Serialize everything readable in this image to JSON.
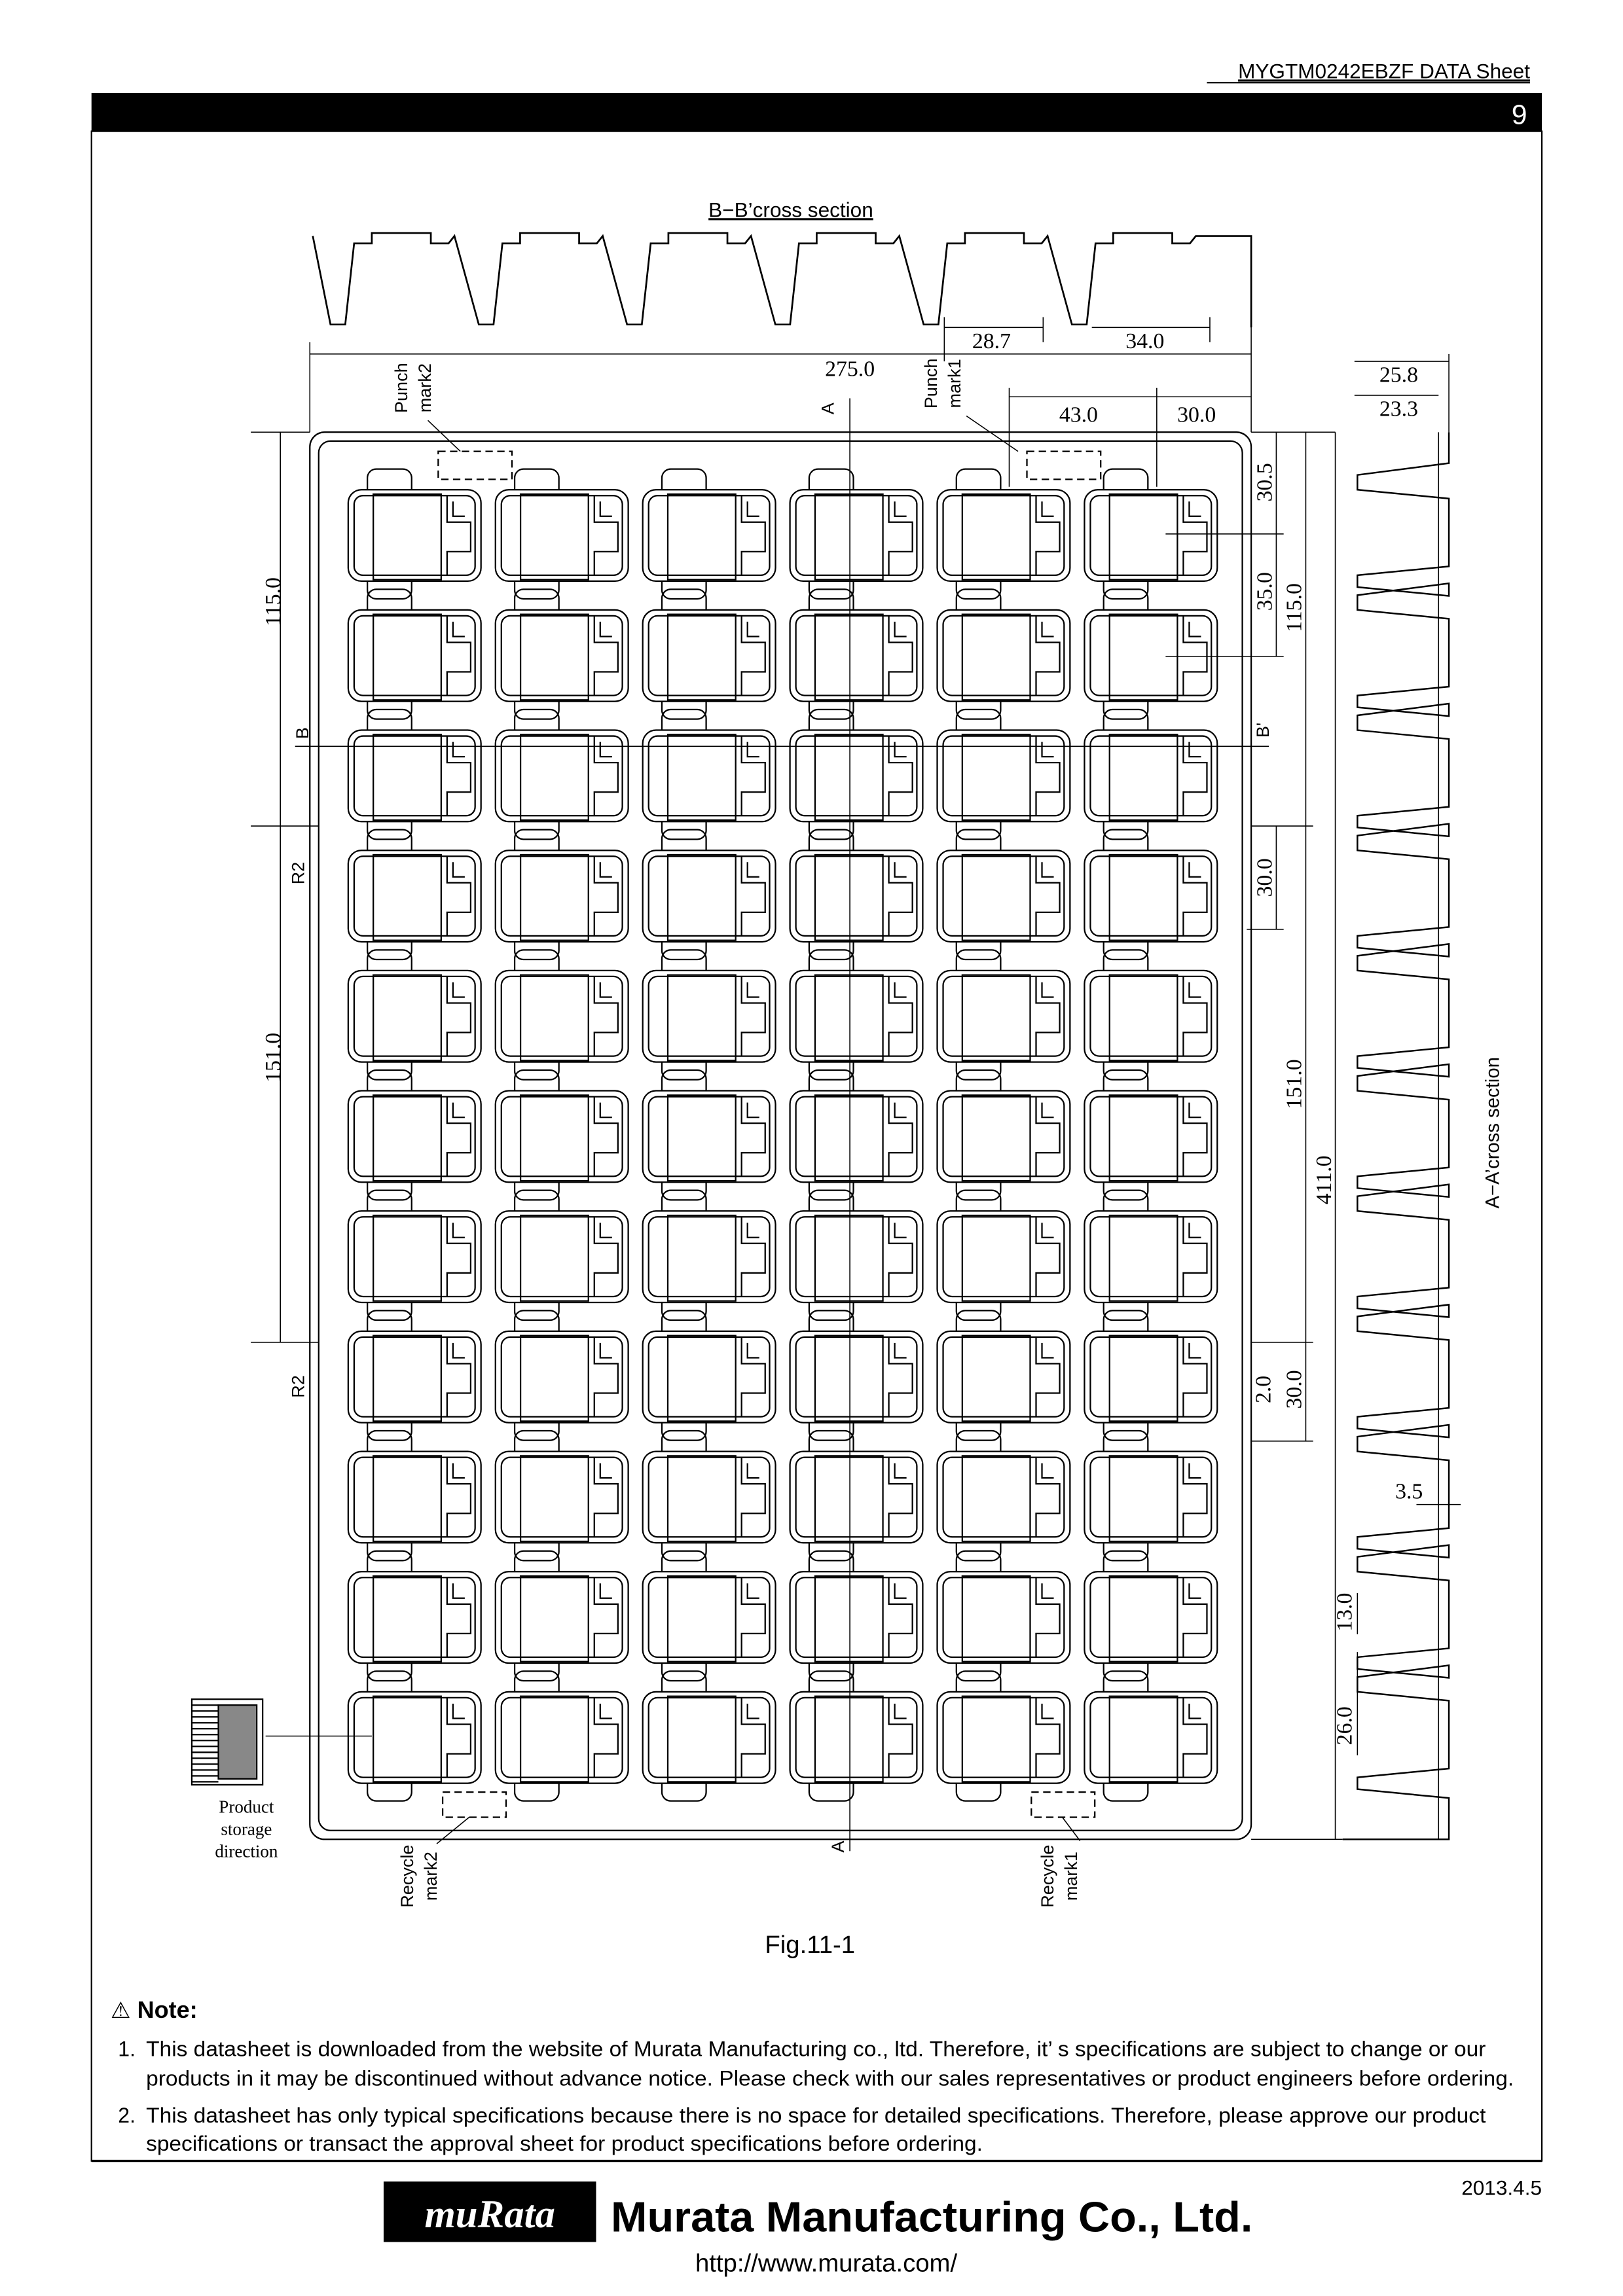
{
  "header": {
    "doc_title": "MYGTM0242EBZF  DATA  Sheet",
    "page_number": "9"
  },
  "figure": {
    "bb_title": "B−B’cross section",
    "aa_title": "A−A’cross section",
    "caption": "Fig.11-1",
    "dims": {
      "d28_7": "28.7",
      "d34_0": "34.0",
      "d275_0": "275.0",
      "d25_8": "25.8",
      "d23_3": "23.3",
      "d43_0": "43.0",
      "d30_0_top": "30.0",
      "d30_5": "30.5",
      "d35_0": "35.0",
      "d115_0_right": "115.0",
      "d115_0_left": "115.0",
      "d30_0_mid": "30.0",
      "d151_0_left": "151.0",
      "d151_0_right": "151.0",
      "d411_0": "411.0",
      "d2_0": "2.0",
      "d30_0_low": "30.0",
      "d3_5": "3.5",
      "d13_0": "13.0",
      "d26_0": "26.0"
    },
    "markers": {
      "a_top": "A",
      "a_bottom": "A",
      "b_left": "B",
      "b_right": "B'",
      "r2_upper": "R2",
      "r2_lower": "R2"
    },
    "marks": {
      "punch2": [
        "Punch",
        "mark2"
      ],
      "punch1": [
        "Punch",
        "mark1"
      ],
      "recycle2": [
        "Recycle",
        "mark2"
      ],
      "recycle1": [
        "Recycle",
        "mark1"
      ]
    },
    "storage_label": [
      "Product",
      "storage",
      "direction"
    ]
  },
  "note": {
    "title": "Note:",
    "items": [
      {
        "num": "1.",
        "lines": [
          "This datasheet is downloaded from the website of Murata Manufacturing co., ltd. Therefore, it’ s specifications are subject to change or our",
          "products in it may be discontinued without advance notice. Please check with our sales representatives or product engineers before ordering."
        ]
      },
      {
        "num": "2.",
        "lines": [
          "This datasheet has only typical specifications because there is no space for detailed specifications. Therefore, please approve our product",
          "specifications or transact the approval sheet for product specifications before ordering."
        ]
      }
    ]
  },
  "footer": {
    "date": "2013.4.5",
    "logo_text": "muRata",
    "company": "Murata Manufacturing Co., Ltd.",
    "url": "http://www.murata.com/"
  }
}
